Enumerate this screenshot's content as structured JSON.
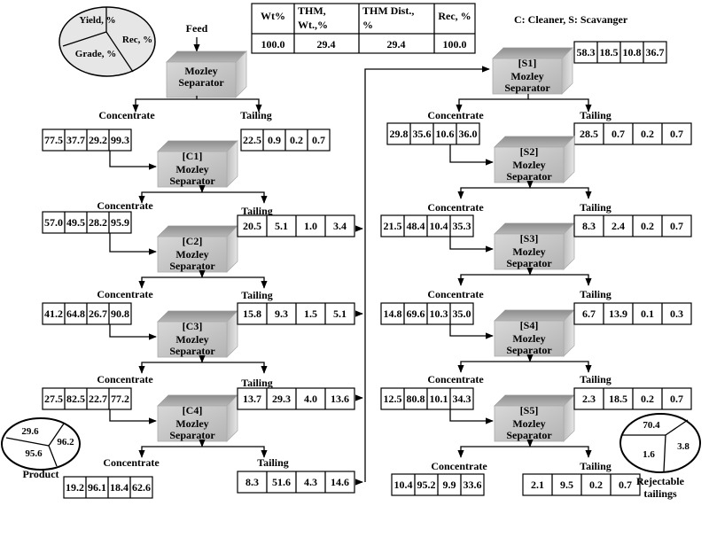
{
  "legend": {
    "yield": "Yield, %",
    "rec": "Rec, %",
    "grade": "Grade, %"
  },
  "note": "C: Cleaner, S: Scavanger",
  "feed_label": "Feed",
  "top_table": {
    "headers": [
      "Wt%",
      "THM, Wt.,%",
      "THM Dist., %",
      "Rec, %"
    ],
    "values": [
      "100.0",
      "29.4",
      "29.4",
      "100.0"
    ]
  },
  "separator_name": [
    "Mozley",
    "Separator"
  ],
  "labels": {
    "concentrate": "Concentrate",
    "tailing": "Tailing"
  },
  "separators": {
    "feed": {
      "tag": "",
      "conc": [
        "77.5",
        "37.7",
        "29.2",
        "99.3"
      ],
      "tail": [
        "22.5",
        "0.9",
        "0.2",
        "0.7"
      ]
    },
    "C1": {
      "tag": "[C1]",
      "conc": [
        "57.0",
        "49.5",
        "28.2",
        "95.9"
      ],
      "tail": [
        "20.5",
        "5.1",
        "1.0",
        "3.4"
      ]
    },
    "C2": {
      "tag": "[C2]",
      "conc": [
        "41.2",
        "64.8",
        "26.7",
        "90.8"
      ],
      "tail": [
        "15.8",
        "9.3",
        "1.5",
        "5.1"
      ]
    },
    "C3": {
      "tag": "[C3]",
      "conc": [
        "27.5",
        "82.5",
        "22.7",
        "77.2"
      ],
      "tail": [
        "13.7",
        "29.3",
        "4.0",
        "13.6"
      ]
    },
    "C4": {
      "tag": "[C4]",
      "conc": [
        "19.2",
        "96.1",
        "18.4",
        "62.6"
      ],
      "tail": [
        "8.3",
        "51.6",
        "4.3",
        "14.6"
      ]
    },
    "S1": {
      "tag": "[S1]",
      "feed": [
        "58.3",
        "18.5",
        "10.8",
        "36.7"
      ],
      "conc": [
        "29.8",
        "35.6",
        "10.6",
        "36.0"
      ],
      "tail": [
        "28.5",
        "0.7",
        "0.2",
        "0.7"
      ]
    },
    "S2": {
      "tag": "[S2]",
      "conc": [
        "21.5",
        "48.4",
        "10.4",
        "35.3"
      ],
      "tail": [
        "8.3",
        "2.4",
        "0.2",
        "0.7"
      ]
    },
    "S3": {
      "tag": "[S3]",
      "conc": [
        "14.8",
        "69.6",
        "10.3",
        "35.0"
      ],
      "tail": [
        "6.7",
        "13.9",
        "0.1",
        "0.3"
      ]
    },
    "S4": {
      "tag": "[S4]",
      "conc": [
        "12.5",
        "80.8",
        "10.1",
        "34.3"
      ],
      "tail": [
        "2.3",
        "18.5",
        "0.2",
        "0.7"
      ]
    },
    "S5": {
      "tag": "[S5]",
      "conc": [
        "10.4",
        "95.2",
        "9.9",
        "33.6"
      ],
      "tail": [
        "2.1",
        "9.5",
        "0.2",
        "0.7"
      ]
    }
  },
  "product": {
    "label": "Product",
    "yield": "29.6",
    "rec": "96.2",
    "grade": "95.6"
  },
  "rejects": {
    "label": [
      "Rejectable",
      "tailings"
    ],
    "yield": "70.4",
    "rec": "3.8",
    "grade": "1.6"
  }
}
